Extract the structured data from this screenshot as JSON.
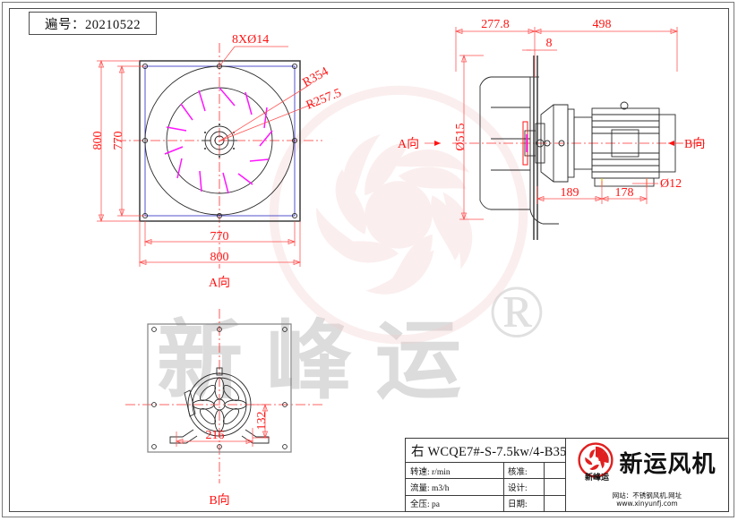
{
  "sheet": {
    "code_label": "遍号：20210522"
  },
  "watermarks": {
    "center_text": "新峰运",
    "registered_mark": "®",
    "logo_icon": "fan-flower-logo"
  },
  "views": {
    "front": {
      "name": "A向",
      "label": "A向",
      "callouts": {
        "holes": "8XΦ14",
        "radius_outer": "R354",
        "radius_inner": "R257.5"
      },
      "dimensions": {
        "height_outer": "800",
        "height_inner": "770",
        "width_inner": "770",
        "width_outer": "800"
      }
    },
    "side": {
      "name": "A向",
      "view_arrow_label": "A向",
      "view_arrow_label_right": "B向",
      "dimensions": {
        "len_left": "277.8",
        "len_right": "498",
        "thickness": "8",
        "diameter": "Φ515",
        "base_left": "189",
        "base_right": "178",
        "bolt_hole": "Φ12"
      }
    },
    "bottom": {
      "name": "B向",
      "label": "B向",
      "dimensions": {
        "width": "216",
        "height": "132"
      }
    }
  },
  "title_block": {
    "model": "右  WCQE7#-S-7.5kw/4-B35",
    "rows": [
      {
        "param": "转速: r/min",
        "field": "核准:",
        "value": ""
      },
      {
        "param": "流量: m3/h",
        "field": "设计:",
        "value": ""
      },
      {
        "param": "全压: pa",
        "field": "日期:",
        "value": ""
      }
    ],
    "brand": {
      "logo_icon": "fan-flower-logo",
      "sub_name": "新峰运",
      "name": "新运风机",
      "website_line1": "网站：不锈钢风机.网址",
      "website_line2": "www.xinyunfj.com"
    }
  },
  "colors": {
    "dimension_red": "#ff1414",
    "outline_black": "#2b2b2b",
    "blade_magenta": "#ff15ff",
    "frame_blue": "#4040c8",
    "brand_red": "#e02020",
    "watermark_gray": "#dcdcdc"
  }
}
